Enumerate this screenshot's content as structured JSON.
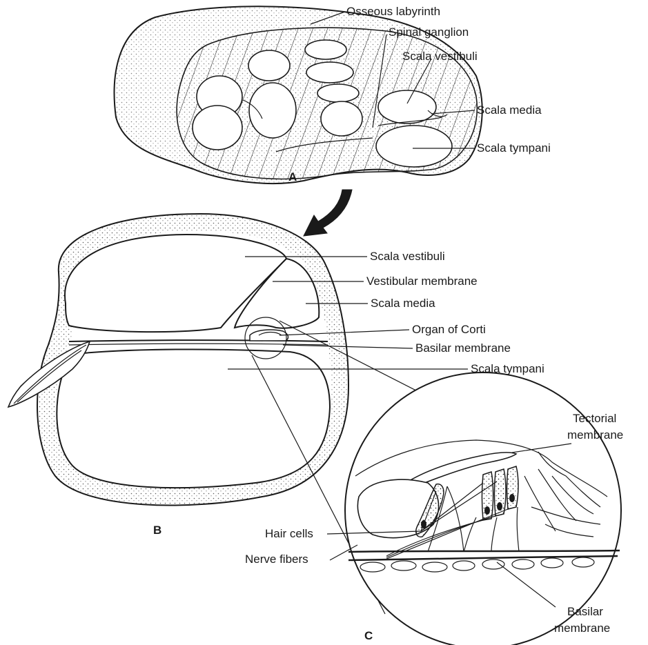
{
  "panels": {
    "a": "A",
    "b": "B",
    "c": "C"
  },
  "labels_a": {
    "osseous_labyrinth": "Osseous labyrinth",
    "spinal_ganglion": "Spinal ganglion",
    "scala_vestibuli": "Scala vestibuli",
    "scala_media": "Scala media",
    "scala_tympani": "Scala tympani"
  },
  "labels_b": {
    "scala_vestibuli": "Scala vestibuli",
    "vestibular_membrane": "Vestibular membrane",
    "scala_media": "Scala media",
    "organ_of_corti": "Organ of Corti",
    "basilar_membrane": "Basilar membrane",
    "scala_tympani": "Scala tympani"
  },
  "labels_c": {
    "tectorial_line1": "Tectorial",
    "tectorial_line2": "membrane",
    "hair_cells": "Hair cells",
    "nerve_fibers": "Nerve fibers",
    "basilar_line1": "Basilar",
    "basilar_line2": "membrane"
  }
}
